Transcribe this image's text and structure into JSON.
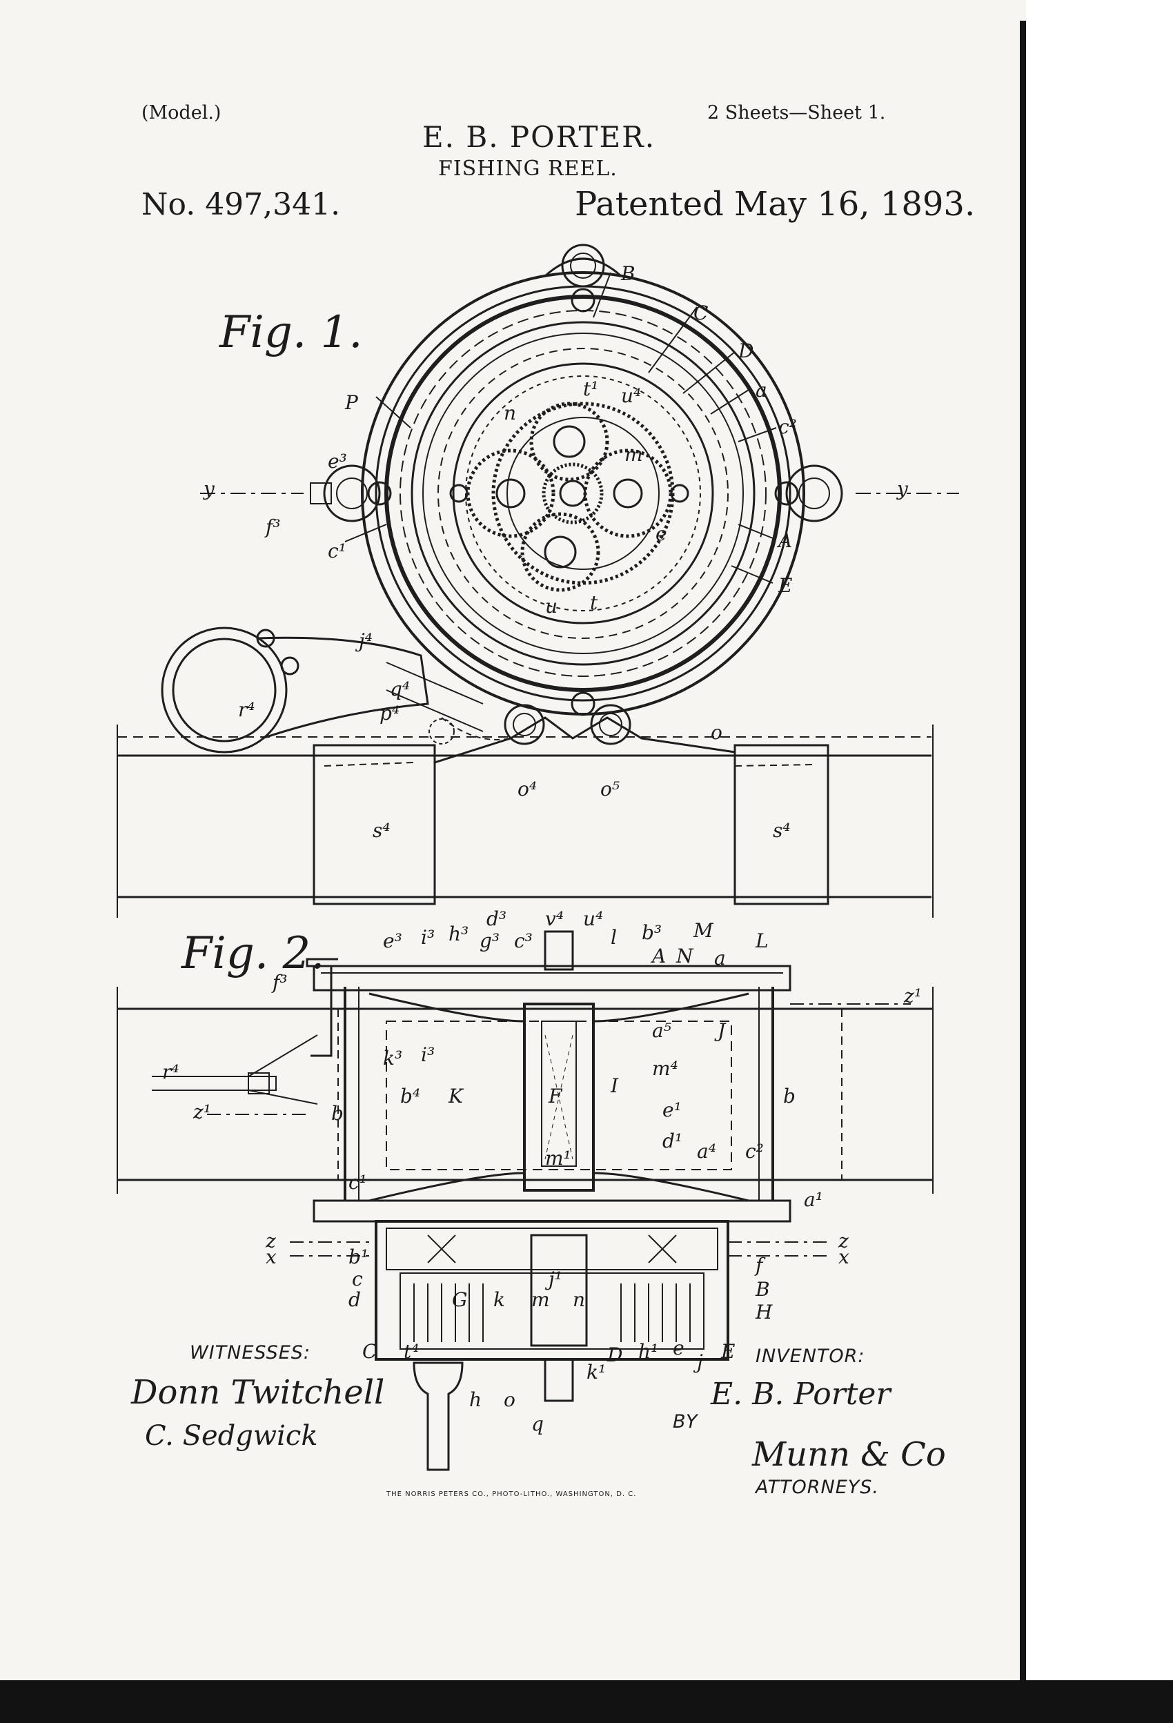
{
  "header": {
    "model": "(Model.)",
    "inventor_name": "E. B. PORTER.",
    "invention": "FISHING REEL.",
    "sheets": "2 Sheets—Sheet 1.",
    "patent_number": "No. 497,341.",
    "patent_date": "Patented May 16, 1893."
  },
  "figures": {
    "fig1": {
      "title": "Fig. 1.",
      "labels": [
        "B",
        "C",
        "D",
        "a",
        "P",
        "c²",
        "e³",
        "y",
        "y",
        "f³",
        "c¹",
        "A",
        "E",
        "j⁴",
        "q⁴",
        "p⁴",
        "r⁴",
        "o",
        "o⁴",
        "o⁵",
        "s⁴",
        "s⁴",
        "t¹",
        "u⁴",
        "t",
        "u",
        "n",
        "m",
        "e"
      ]
    },
    "fig2": {
      "title": "Fig. 2.",
      "labels": [
        "e³",
        "i³",
        "h³",
        "d³",
        "g³",
        "c³",
        "v⁴",
        "u⁴",
        "l",
        "b³",
        "M",
        "A",
        "N",
        "a",
        "L",
        "f³",
        "z¹",
        "a⁵",
        "J",
        "k³",
        "i³",
        "m⁴",
        "K",
        "F",
        "I",
        "r⁴",
        "b⁴",
        "e¹",
        "b",
        "b",
        "z¹",
        "d¹",
        "c¹",
        "m¹",
        "a⁴",
        "c²",
        "a¹",
        "z",
        "z",
        "x",
        "x",
        "b¹",
        "c",
        "d",
        "f",
        "B",
        "H",
        "G",
        "k",
        "j¹",
        "n",
        "m",
        "C",
        "t⁴",
        "h",
        "o",
        "q",
        "k¹",
        "D",
        "h¹",
        "e",
        "j",
        "E"
      ]
    }
  },
  "signatures": {
    "witnesses_label": "WITNESSES:",
    "witness_1": "Donn Twitchell",
    "witness_2": "C. Sedgwick",
    "inventor_label": "INVENTOR:",
    "inventor_signature": "E. B. Porter",
    "by_label": "BY",
    "attorney_signature": "Munn & Co",
    "attorneys_label": "ATTORNEYS."
  },
  "printer_credit": "THE NORRIS PETERS CO., PHOTO-LITHO., WASHINGTON, D. C."
}
